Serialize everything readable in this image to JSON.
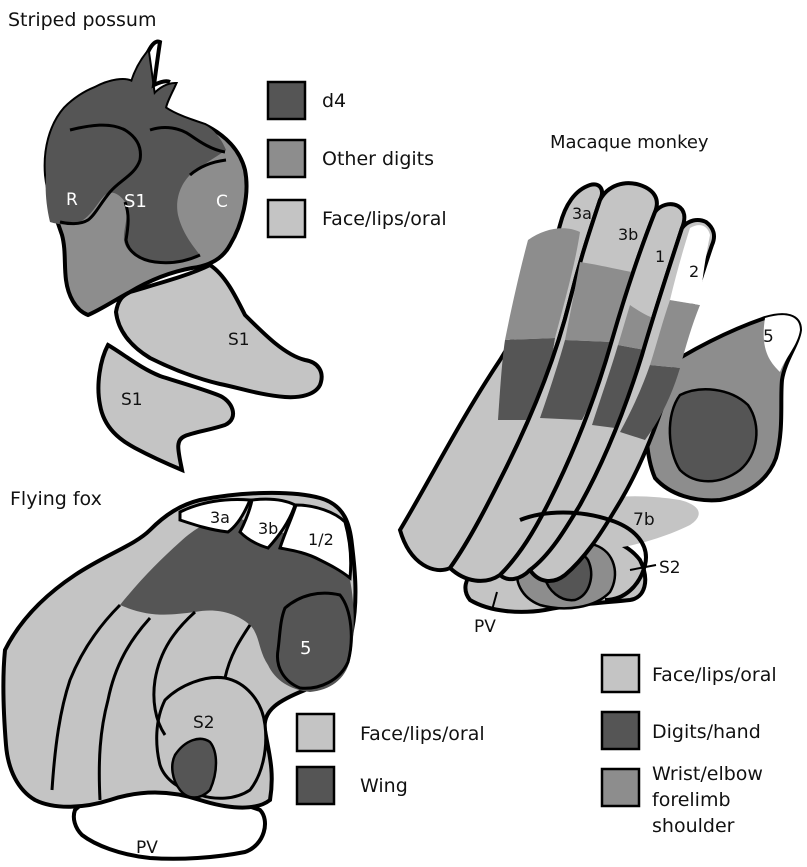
{
  "colors": {
    "dark": "#555555",
    "medium": "#8d8d8d",
    "light": "#c4c4c4",
    "outline": "#000000"
  },
  "possum": {
    "title": "Striped possum",
    "legend": [
      {
        "label": "d4",
        "color": "#555555"
      },
      {
        "label": "Other digits",
        "color": "#8d8d8d"
      },
      {
        "label": "Face/lips/oral",
        "color": "#c4c4c4"
      }
    ],
    "labels": {
      "r": "R",
      "s1_main": "S1",
      "c": "C",
      "s1_right": "S1",
      "s1_lower": "S1"
    }
  },
  "macaque": {
    "title": "Macaque monkey",
    "labels": {
      "a3a": "3a",
      "a3b": "3b",
      "a1": "1",
      "a2": "2",
      "a5": "5",
      "a7b": "7b",
      "s2": "S2",
      "pv": "PV"
    },
    "legend": [
      {
        "label": "Face/lips/oral",
        "color": "#c4c4c4"
      },
      {
        "label": "Digits/hand",
        "color": "#555555"
      },
      {
        "label": "Wrist/elbow",
        "color": "#8d8d8d"
      },
      {
        "label": "forelimb",
        "color": ""
      },
      {
        "label": "shoulder",
        "color": ""
      }
    ]
  },
  "fox": {
    "title": "Flying fox",
    "labels": {
      "a3a": "3a",
      "a3b": "3b",
      "a12": "1/2",
      "a5": "5",
      "s2": "S2",
      "pv": "PV"
    },
    "legend": [
      {
        "label": "Face/lips/oral",
        "color": "#c4c4c4"
      },
      {
        "label": "Wing",
        "color": "#555555"
      }
    ]
  }
}
